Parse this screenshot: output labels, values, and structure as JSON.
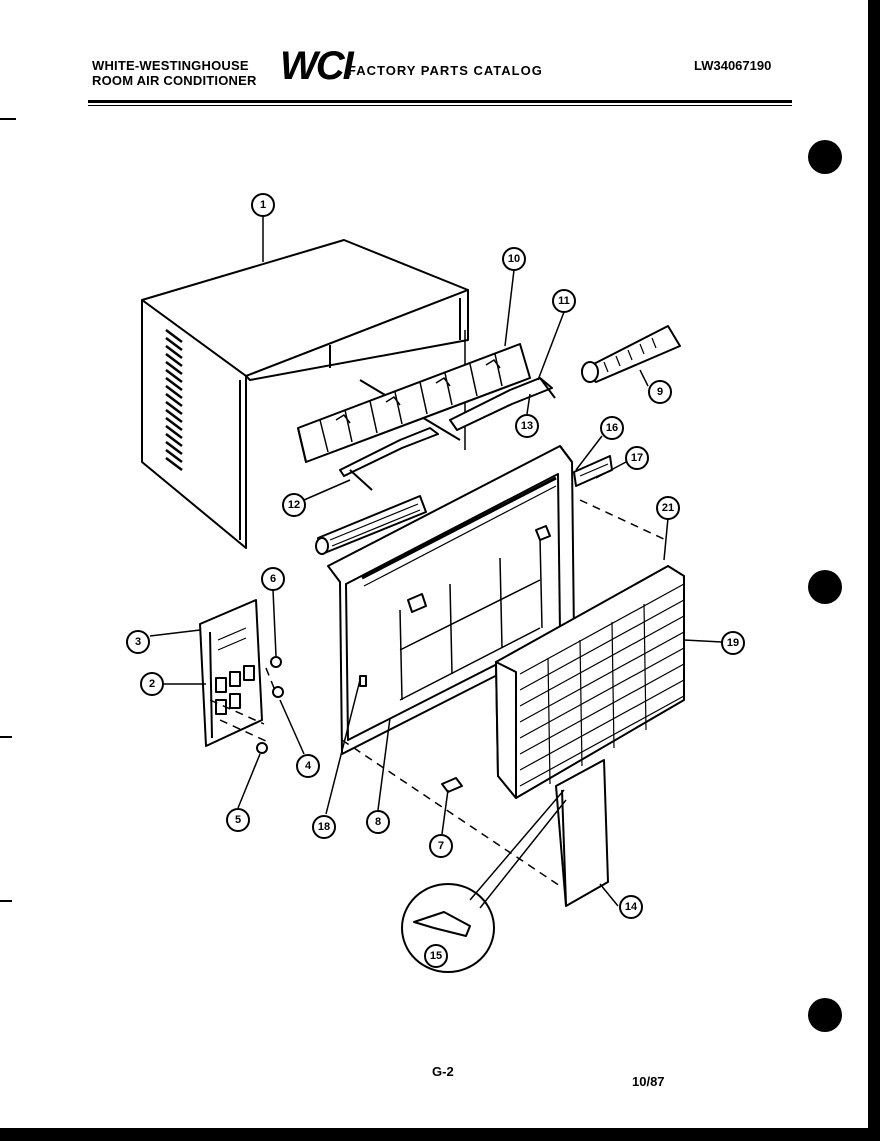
{
  "header": {
    "brand_line1": "WHITE-WESTINGHOUSE",
    "brand_line2": "ROOM AIR CONDITIONER",
    "logo_text": "WCI",
    "catalog_title": "FACTORY PARTS CATALOG",
    "model_number": "LW34067190"
  },
  "footer": {
    "page_number": "G-2",
    "date": "10/87"
  },
  "callouts": [
    {
      "label": "1"
    },
    {
      "label": "10"
    },
    {
      "label": "11"
    },
    {
      "label": "9"
    },
    {
      "label": "13"
    },
    {
      "label": "16"
    },
    {
      "label": "17"
    },
    {
      "label": "12"
    },
    {
      "label": "21"
    },
    {
      "label": "6"
    },
    {
      "label": "3"
    },
    {
      "label": "19"
    },
    {
      "label": "2"
    },
    {
      "label": "4"
    },
    {
      "label": "5"
    },
    {
      "label": "18"
    },
    {
      "label": "8"
    },
    {
      "label": "7"
    },
    {
      "label": "14"
    },
    {
      "label": "15"
    }
  ]
}
